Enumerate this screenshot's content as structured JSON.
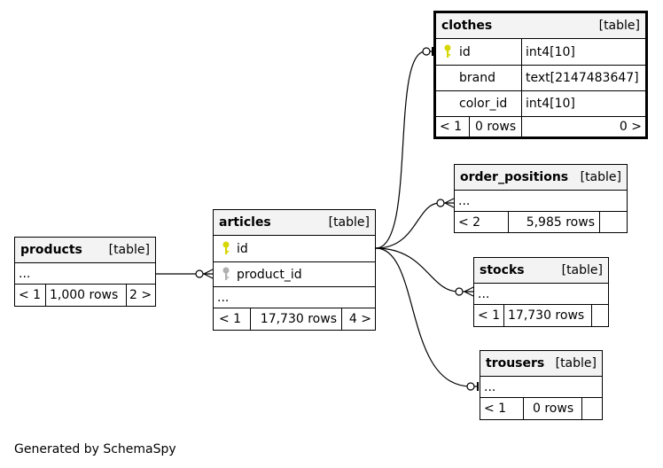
{
  "tables": {
    "clothes": {
      "name": "clothes",
      "kind": "[table]",
      "columns": [
        {
          "name": "id",
          "type": "int4[10]",
          "key": "primary"
        },
        {
          "name": "brand",
          "type": "text[2147483647]",
          "key": "none"
        },
        {
          "name": "color_id",
          "type": "int4[10]",
          "key": "none"
        }
      ],
      "footer": {
        "parents": "< 1",
        "rows": "0 rows",
        "children": "0 >"
      }
    },
    "order_positions": {
      "name": "order_positions",
      "kind": "[table]",
      "ellipsis": "...",
      "footer": {
        "parents": "< 2",
        "rows": "5,985 rows",
        "children": ""
      }
    },
    "articles": {
      "name": "articles",
      "kind": "[table]",
      "columns": [
        {
          "name": "id",
          "key": "primary"
        },
        {
          "name": "product_id",
          "key": "foreign"
        }
      ],
      "ellipsis": "...",
      "footer": {
        "parents": "< 1",
        "rows": "17,730 rows",
        "children": "4 >"
      }
    },
    "products": {
      "name": "products",
      "kind": "[table]",
      "ellipsis": "...",
      "footer": {
        "parents": "< 1",
        "rows": "1,000 rows",
        "children": "2 >"
      }
    },
    "stocks": {
      "name": "stocks",
      "kind": "[table]",
      "ellipsis": "...",
      "footer": {
        "parents": "< 1",
        "rows": "17,730 rows",
        "children": ""
      }
    },
    "trousers": {
      "name": "trousers",
      "kind": "[table]",
      "ellipsis": "...",
      "footer": {
        "parents": "< 1",
        "rows": "0 rows",
        "children": ""
      }
    }
  },
  "relationships": [
    {
      "parent": "articles.id",
      "child": "clothes",
      "child_end": "zero-or-one"
    },
    {
      "parent": "articles.id",
      "child": "order_positions",
      "child_end": "zero-or-many"
    },
    {
      "parent": "articles.id",
      "child": "stocks",
      "child_end": "zero-or-many"
    },
    {
      "parent": "articles.id",
      "child": "trousers",
      "child_end": "zero-or-one"
    },
    {
      "parent": "products",
      "child": "articles.product_id",
      "child_end": "zero-or-many"
    }
  ],
  "colors": {
    "primary_key": "#d6d600",
    "foreign_key": "#b0b0b0",
    "header_bg": "#f3f3f3"
  },
  "footer_text": "Generated by SchemaSpy"
}
